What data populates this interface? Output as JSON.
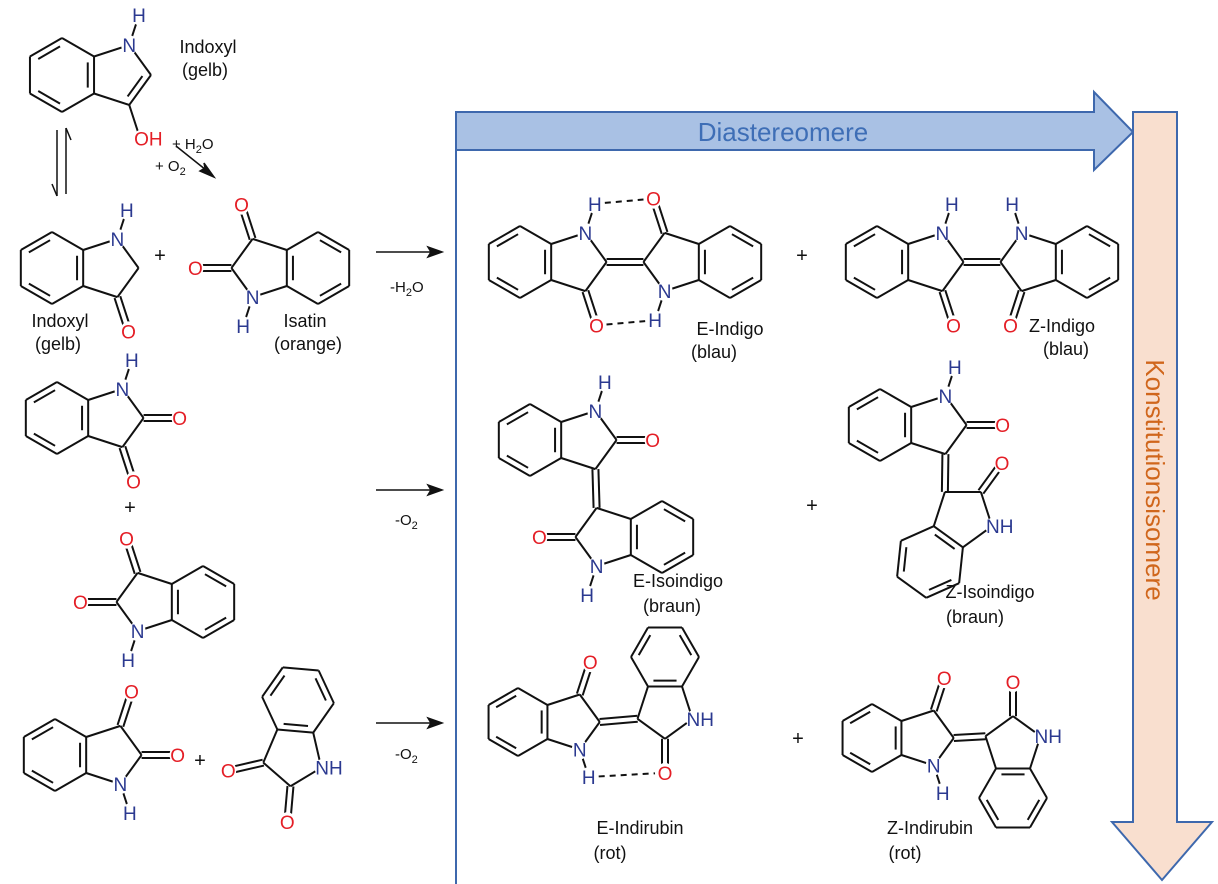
{
  "atoms": {
    "N": "N",
    "H": "H",
    "O": "O",
    "OH": "OH",
    "NH": "NH"
  },
  "colors": {
    "nitrogen": "#2b3990",
    "oxygen": "#e41e26",
    "bond": "#111111",
    "blue_arrow_fill": "#a9c1e4",
    "blue_arrow_border": "#3e68ad",
    "orange_arrow_fill": "#f9dfcf",
    "diastereomere_text": "#3e6eb6",
    "konstitution_text": "#d0661c"
  },
  "headers": {
    "diastereomere": "Diastereomere",
    "konstitutionsisomere": "Konstitutionsisomere"
  },
  "compounds": {
    "indoxyl_enol": {
      "name": "Indoxyl",
      "color": "(gelb)"
    },
    "indoxyl_keto": {
      "name": "Indoxyl",
      "color": "(gelb)"
    },
    "isatin": {
      "name": "Isatin",
      "color": "(orange)"
    },
    "e_indigo": {
      "name": "E-Indigo",
      "color": "(blau)"
    },
    "z_indigo": {
      "name": "Z-Indigo",
      "color": "(blau)"
    },
    "e_isoindigo": {
      "name": "E-Isoindigo",
      "color": "(braun)"
    },
    "z_isoindigo": {
      "name": "Z-Isoindigo",
      "color": "(braun)"
    },
    "e_indirubin": {
      "name": "E-Indirubin",
      "color": "(rot)"
    },
    "z_indirubin": {
      "name": "Z-Indirubin",
      "color": "(rot)"
    }
  },
  "conditions": {
    "water_add": {
      "prefix": "+ H",
      "sub": "2",
      "suffix": "O"
    },
    "oxygen_add": {
      "prefix": "+ O",
      "sub": "2",
      "suffix": ""
    },
    "minus_water": {
      "prefix": "-H",
      "sub": "2",
      "suffix": "O"
    },
    "minus_oxygen_1": {
      "prefix": "-O",
      "sub": "2",
      "suffix": ""
    },
    "minus_oxygen_2": {
      "prefix": "-O",
      "sub": "2",
      "suffix": ""
    }
  },
  "plus_sign": "+"
}
